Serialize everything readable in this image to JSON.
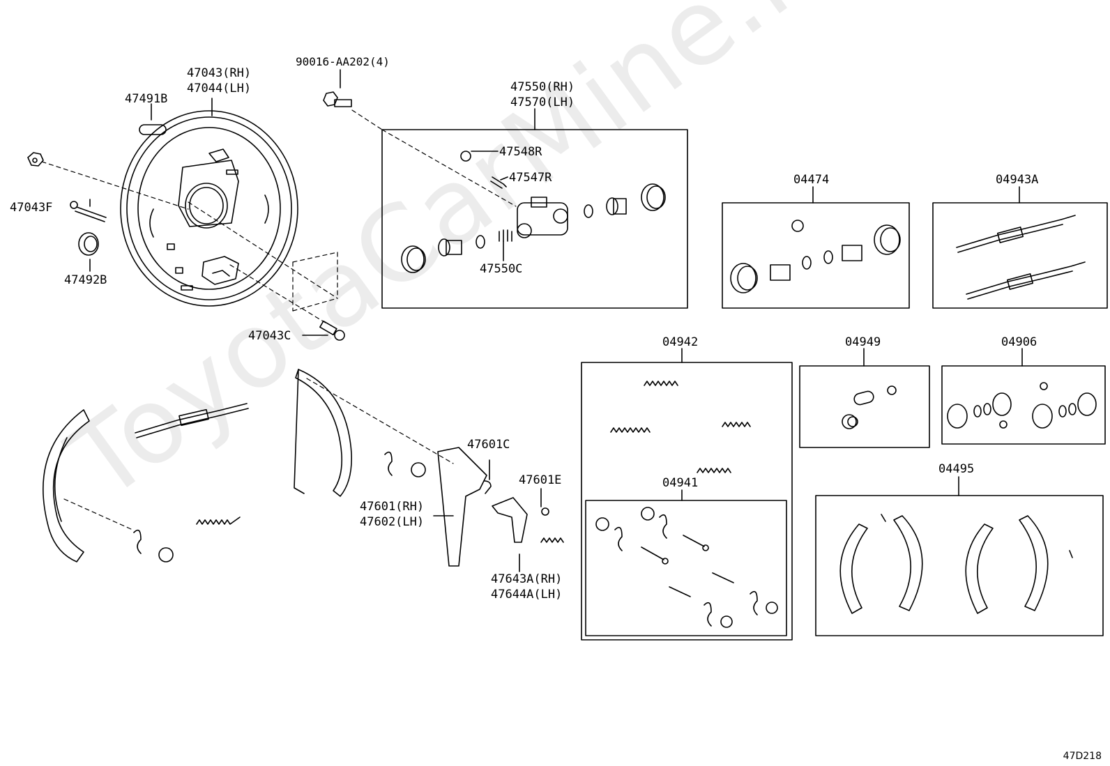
{
  "watermark": "ToyotaCarMine.ru",
  "diagram_code": "47D218",
  "labels": {
    "p90016": "90016-AA202(4)",
    "p47043": "47043(RH)",
    "p47044": "47044(LH)",
    "p47491B": "47491B",
    "p47043F": "47043F",
    "p47492B": "47492B",
    "p47043C": "47043C",
    "p47550": "47550(RH)",
    "p47570": "47570(LH)",
    "p47548R": "47548R",
    "p47547R": "47547R",
    "p47550C": "47550C",
    "p04474": "04474",
    "p04943A": "04943A",
    "p04942": "04942",
    "p04941": "04941",
    "p04949": "04949",
    "p04906": "04906",
    "p04495": "04495",
    "p47601C": "47601C",
    "p47601E": "47601E",
    "p47601": "47601(RH)",
    "p47602": "47602(LH)",
    "p47643A": "47643A(RH)",
    "p47644A": "47644A(LH)"
  }
}
